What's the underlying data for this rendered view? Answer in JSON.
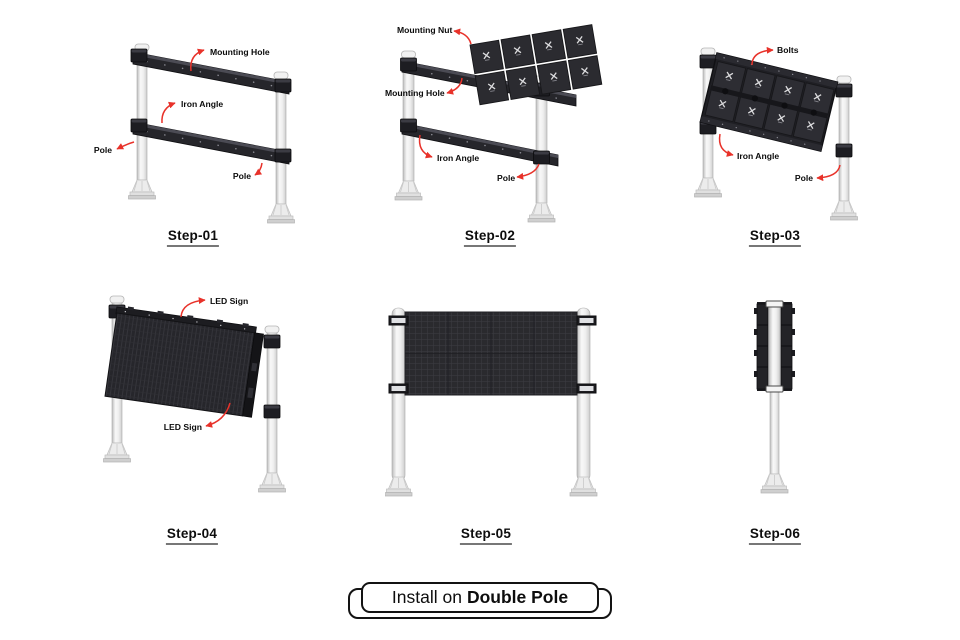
{
  "badge": {
    "prefix": "Install on",
    "emphasis": "Double Pole"
  },
  "accent_color": "#e8322a",
  "steps": [
    {
      "caption": "Step-01",
      "labels": {
        "mounting_hole": "Mounting Hole",
        "iron_angle": "Iron Angle",
        "pole_left": "Pole",
        "pole_right": "Pole"
      }
    },
    {
      "caption": "Step-02",
      "labels": {
        "mounting_nut": "Mounting Nut",
        "mounting_hole": "Mounting Hole",
        "iron_angle": "Iron Angle",
        "pole": "Pole"
      }
    },
    {
      "caption": "Step-03",
      "labels": {
        "bolts": "Bolts",
        "iron_angle": "Iron Angle",
        "pole": "Pole"
      }
    },
    {
      "caption": "Step-04",
      "labels": {
        "led_sign_top": "LED Sign",
        "led_sign_bottom": "LED Sign"
      }
    },
    {
      "caption": "Step-05",
      "labels": {}
    },
    {
      "caption": "Step-06",
      "labels": {}
    }
  ]
}
